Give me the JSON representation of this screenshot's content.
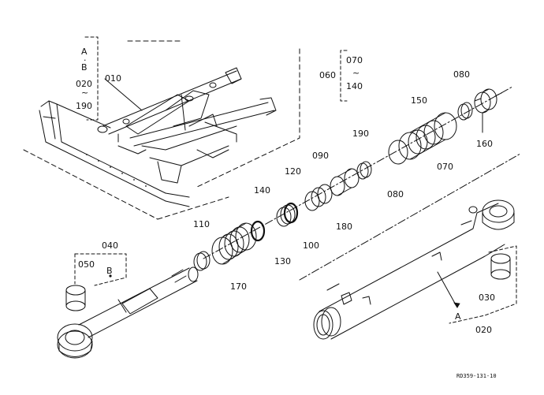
{
  "diagram": {
    "code": "RD359-131-10",
    "ref_stack": {
      "a": "A",
      "dot": "·",
      "b": "B",
      "from": "020",
      "tilde": "~",
      "to": "190"
    },
    "ref_range": {
      "from": "070",
      "tilde": "~",
      "to": "140"
    },
    "ref_b_letter": "B",
    "ref_a_letter": "A",
    "parts": {
      "p010": "010",
      "p020": "020",
      "p030": "030",
      "p040": "040",
      "p050": "050",
      "p060": "060",
      "p070a": "070",
      "p080a": "080",
      "p080b": "080",
      "p090": "090",
      "p100": "100",
      "p110": "110",
      "p120": "120",
      "p130": "130",
      "p140": "140",
      "p150": "150",
      "p160": "160",
      "p170": "170",
      "p180": "180",
      "p190": "190"
    }
  }
}
